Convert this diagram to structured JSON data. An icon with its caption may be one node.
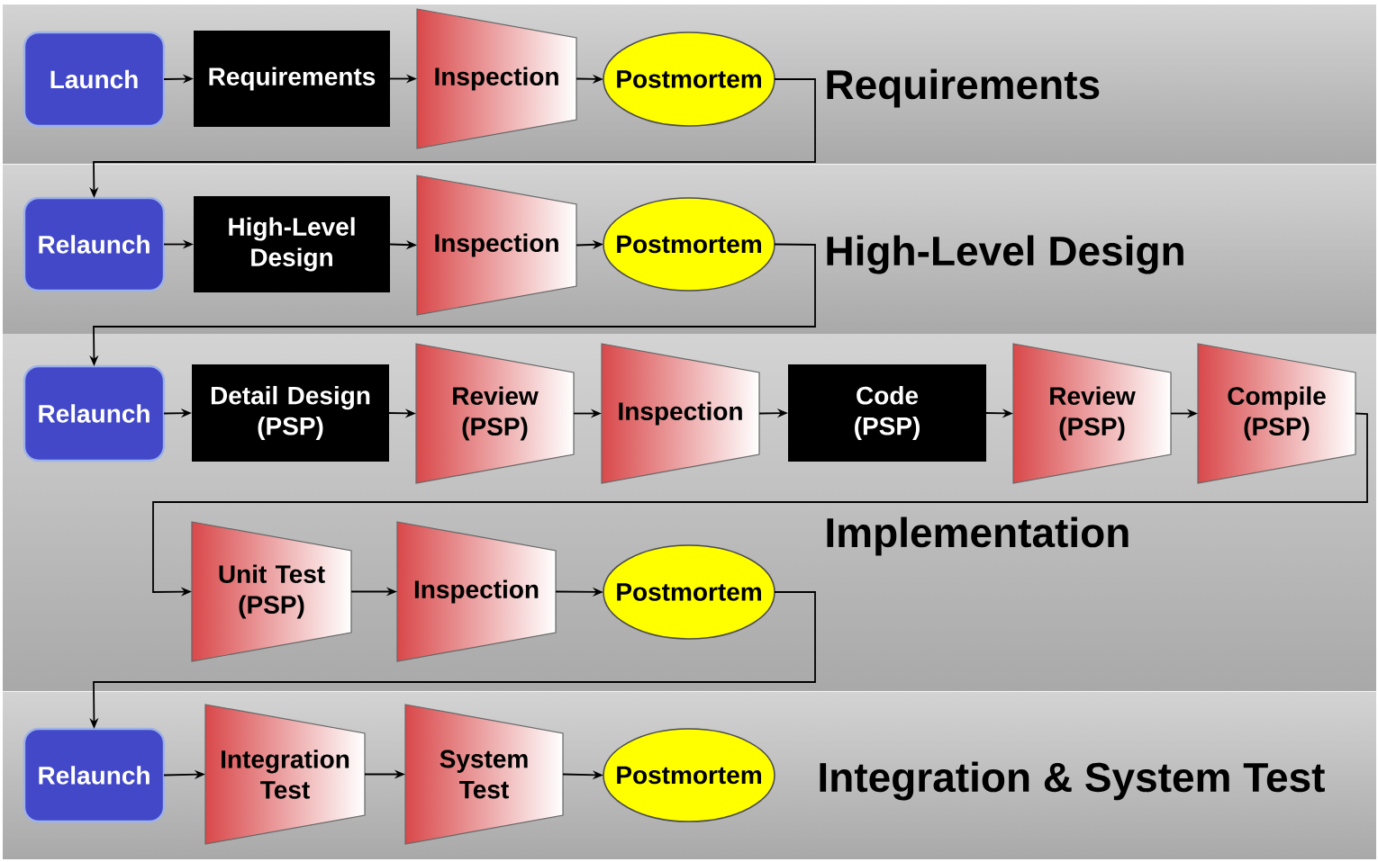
{
  "diagram": {
    "nodes": [
      {
        "text": [
          "Requirements"
        ]
      },
      {
        "text": [
          "High-Level Design"
        ]
      },
      {
        "text": [
          "Implementation"
        ]
      },
      {
        "text": [
          "Integration & System Test"
        ]
      },
      {
        "text": [
          "Launch"
        ],
        "in": 0
      },
      {
        "text": [
          "Requirements"
        ],
        "in": 0
      },
      {
        "text": [
          "Inspection"
        ],
        "in": 0
      },
      {
        "text": [
          "Postmortem"
        ],
        "in": 0
      },
      {
        "text": [
          "Relaunch"
        ],
        "in": 1
      },
      {
        "text": [
          "High-Level Design"
        ],
        "in": 1
      },
      {
        "text": [
          "Inspection"
        ],
        "in": 1
      },
      {
        "text": [
          "Postmortem"
        ],
        "in": 1
      },
      {
        "text": [
          "Relaunch"
        ],
        "in": 2
      },
      {
        "text": [
          "Detail Design (PSP)"
        ],
        "in": 2
      },
      {
        "text": [
          "Review (PSP)"
        ],
        "in": 2
      },
      {
        "text": [
          "Inspection"
        ],
        "in": 2
      },
      {
        "text": [
          "Code (PSP)"
        ],
        "in": 2
      },
      {
        "text": [
          "Review (PSP)"
        ],
        "in": 2
      },
      {
        "text": [
          "Compile (PSP)"
        ],
        "in": 2
      },
      {
        "text": [
          "Unit Test (PSP)"
        ],
        "in": 2
      },
      {
        "text": [
          "Inspection"
        ],
        "in": 2
      },
      {
        "text": [
          "Postmortem"
        ],
        "in": 2
      },
      {
        "text": [
          "Relaunch"
        ],
        "in": 3
      },
      {
        "text": [
          "Integration Test"
        ],
        "in": 3
      },
      {
        "text": [
          "System Test"
        ],
        "in": 3
      },
      {
        "text": [
          "Postmortem"
        ],
        "in": 3
      }
    ],
    "edges": [
      {
        "from": 4,
        "to": 5,
        "arrow": "to"
      },
      {
        "from": 5,
        "to": 6,
        "arrow": "to"
      },
      {
        "from": 6,
        "to": 7,
        "arrow": "to"
      },
      {
        "from": 7,
        "to": 8,
        "arrow": "to"
      },
      {
        "from": 8,
        "to": 9,
        "arrow": "to"
      },
      {
        "from": 9,
        "to": 10,
        "arrow": "to"
      },
      {
        "from": 10,
        "to": 11,
        "arrow": "to"
      },
      {
        "from": 11,
        "to": 12,
        "arrow": "to"
      },
      {
        "from": 12,
        "to": 13,
        "arrow": "to"
      },
      {
        "from": 13,
        "to": 14,
        "arrow": "to"
      },
      {
        "from": 14,
        "to": 15,
        "arrow": "to"
      },
      {
        "from": 15,
        "to": 16,
        "arrow": "to"
      },
      {
        "from": 16,
        "to": 17,
        "arrow": "to"
      },
      {
        "from": 17,
        "to": 18,
        "arrow": "to"
      },
      {
        "from": 18,
        "to": 19,
        "arrow": "to"
      },
      {
        "from": 19,
        "to": 20,
        "arrow": "to"
      },
      {
        "from": 20,
        "to": 21,
        "arrow": "to"
      },
      {
        "from": 21,
        "to": 22,
        "arrow": "to"
      },
      {
        "from": 22,
        "to": 23,
        "arrow": "to"
      },
      {
        "from": 23,
        "to": 24,
        "arrow": "to"
      },
      {
        "from": 24,
        "to": 25,
        "arrow": "to"
      }
    ]
  }
}
